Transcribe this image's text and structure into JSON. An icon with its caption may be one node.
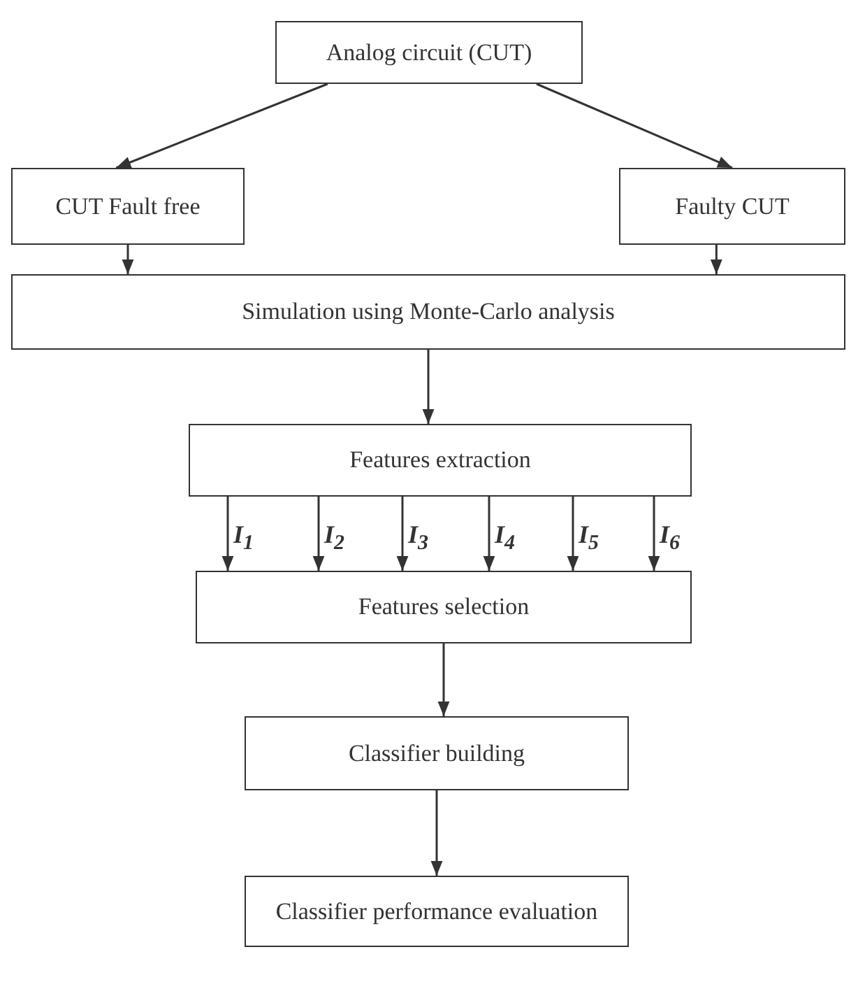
{
  "diagram": {
    "nodes": [
      {
        "text": [
          "Analog circuit (CUT)"
        ]
      },
      {
        "text": [
          "CUT Fault free"
        ]
      },
      {
        "text": [
          "Faulty CUT"
        ]
      },
      {
        "text": [
          "Simulation using Monte-Carlo analysis"
        ]
      },
      {
        "text": [
          "Features extraction"
        ]
      },
      {
        "text": [
          "Features selection"
        ]
      },
      {
        "text": [
          "Classifier building"
        ]
      },
      {
        "text": [
          "Classifier performance evaluation"
        ]
      }
    ],
    "edges": [
      {
        "from": 0,
        "to": 1,
        "arrow": "to"
      },
      {
        "from": 0,
        "to": 2,
        "arrow": "to"
      },
      {
        "from": 1,
        "to": 3,
        "arrow": "to"
      },
      {
        "from": 2,
        "to": 3,
        "arrow": "to"
      },
      {
        "from": 3,
        "to": 4,
        "arrow": "to"
      },
      {
        "from": 4,
        "to": 5,
        "arrow": "to",
        "label": "I$_{1}$"
      },
      {
        "from": 4,
        "to": 5,
        "arrow": "to",
        "label": "I$_{2}$"
      },
      {
        "from": 4,
        "to": 5,
        "arrow": "to",
        "label": "I$_{3}$"
      },
      {
        "from": 4,
        "to": 5,
        "arrow": "to",
        "label": "I$_{4}$"
      },
      {
        "from": 4,
        "to": 5,
        "arrow": "to",
        "label": "I$_{5}$"
      },
      {
        "from": 4,
        "to": 5,
        "arrow": "to",
        "label": "I$_{6}$"
      },
      {
        "from": 5,
        "to": 6,
        "arrow": "to"
      },
      {
        "from": 6,
        "to": 7,
        "arrow": "to"
      }
    ]
  }
}
